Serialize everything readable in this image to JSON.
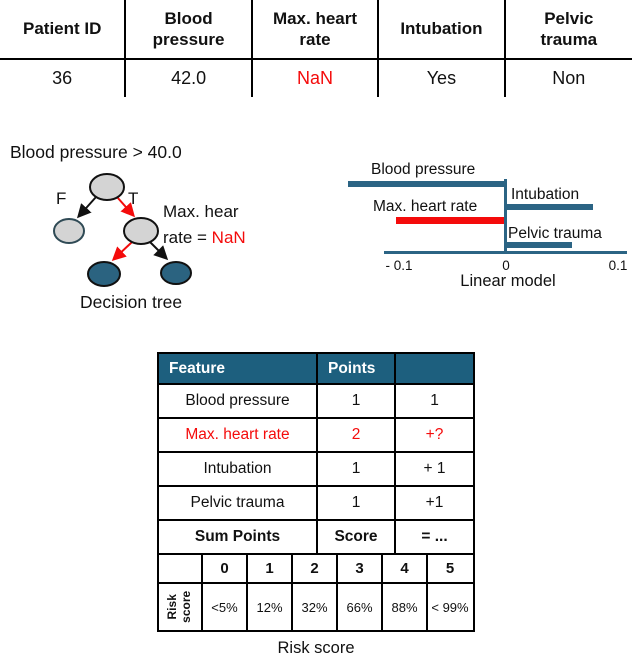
{
  "patient_table": {
    "headers": [
      "Patient ID",
      "Blood pressure",
      "Max. heart rate",
      "Intubation",
      "Pelvic trauma"
    ],
    "row": [
      "36",
      "42.0",
      "NaN",
      "Yes",
      "Non"
    ]
  },
  "tree": {
    "condition": "Blood pressure > 40.0",
    "false_label": "F",
    "true_label": "T",
    "split_line1": "Max. hear",
    "split_line2": "rate  = ",
    "split_value": "NaN",
    "caption": "Decision tree"
  },
  "chart_data": {
    "type": "bar",
    "orientation": "horizontal",
    "title": "Linear model",
    "categories": [
      "Blood pressure",
      "Max. heart rate",
      "Intubation",
      "Pelvic trauma"
    ],
    "values": [
      -0.14,
      -0.1,
      0.08,
      0.06
    ],
    "highlighted_category": "Max. heart rate",
    "xlim": [
      -0.1,
      0.1
    ],
    "xticks": [
      "- 0.1",
      "0",
      "0.1"
    ],
    "bar_color": "#2b6484",
    "highlight_color": "#f40b0b",
    "grid": false,
    "legend": false
  },
  "score_table": {
    "header": [
      "Feature",
      "Points",
      ""
    ],
    "rows": [
      {
        "feature": "Blood pressure",
        "points": "1",
        "contrib": "1"
      },
      {
        "feature": "Max. heart rate",
        "points": "2",
        "contrib": "+?"
      },
      {
        "feature": "Intubation",
        "points": "1",
        "contrib": "+ 1"
      },
      {
        "feature": "Pelvic trauma",
        "points": "1",
        "contrib": "+1"
      }
    ],
    "sum_row": [
      "Sum Points",
      "Score",
      "= ..."
    ],
    "points_scale": [
      "0",
      "1",
      "2",
      "3",
      "4",
      "5"
    ],
    "risk_values": [
      "<5%",
      "12%",
      "32%",
      "66%",
      "88%",
      "< 99%"
    ],
    "risk_axis_label": "Risk score",
    "caption": "Risk score"
  },
  "colors": {
    "teal_bar": "#2b6484",
    "teal_header": "#1d5f7e",
    "node_gray": "#d4d4d4",
    "node_dark": "#2b6380",
    "red": "#f40b0b"
  }
}
